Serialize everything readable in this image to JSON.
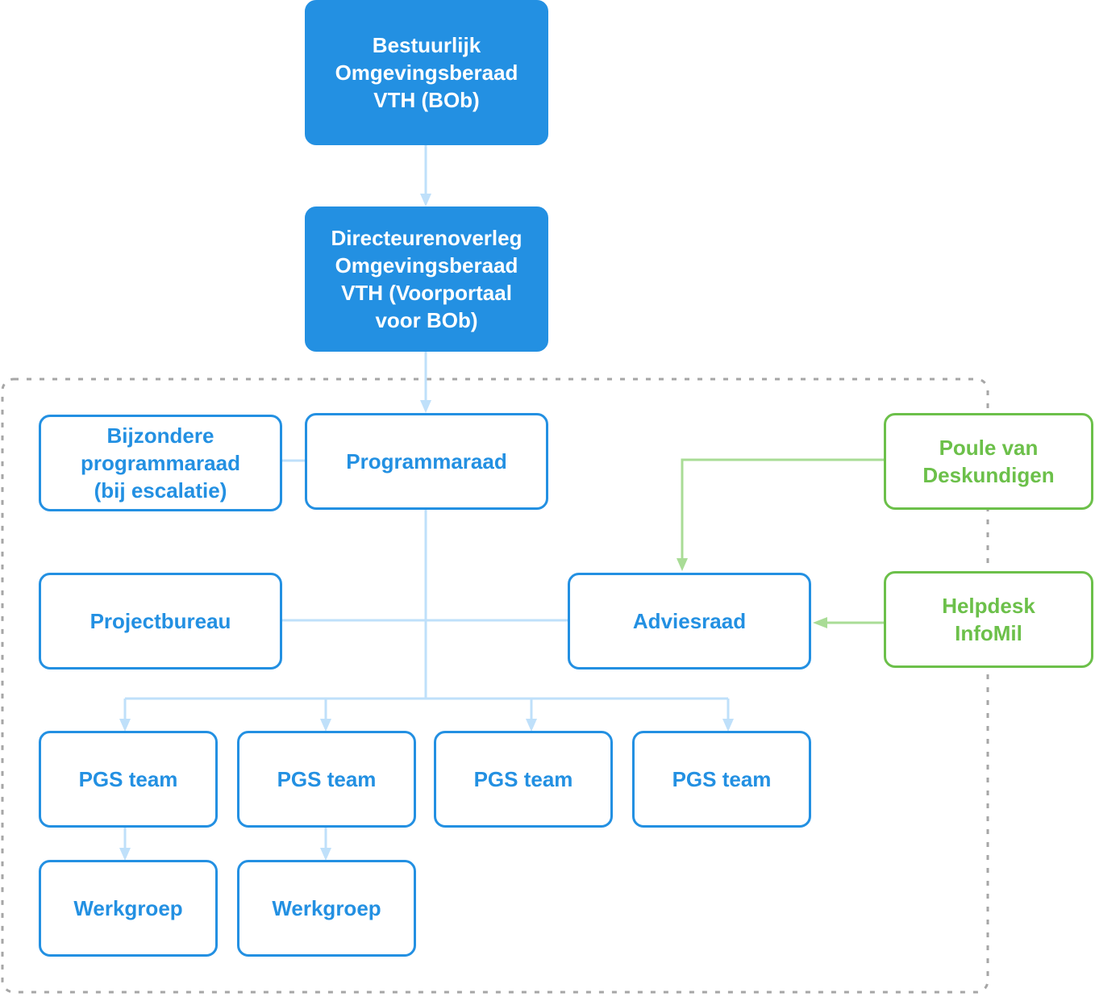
{
  "nodes": {
    "bob": "Bestuurlijk\nOmgevingsberaad\nVTH (BOb)",
    "directeuren": "Directeurenoverleg\nOmgevingsberaad\nVTH (Voorportaal\nvoor BOb)",
    "bijzondere": "Bijzondere\nprogrammaraad\n(bij escalatie)",
    "programmaraad": "Programmaraad",
    "poule": "Poule van\nDeskundigen",
    "projectbureau": "Projectbureau",
    "adviesraad": "Adviesraad",
    "helpdesk": "Helpdesk\nInfoMil",
    "pgs_teams": [
      "PGS team",
      "PGS team",
      "PGS team",
      "PGS team"
    ],
    "werkgroepen": [
      "Werkgroep",
      "Werkgroep"
    ]
  },
  "colors": {
    "primary": "#2390e2",
    "connector": "#bfe0fa",
    "external": "#6cc04a",
    "external_connector": "#a9dc96",
    "boundary": "#a6a6a6"
  }
}
